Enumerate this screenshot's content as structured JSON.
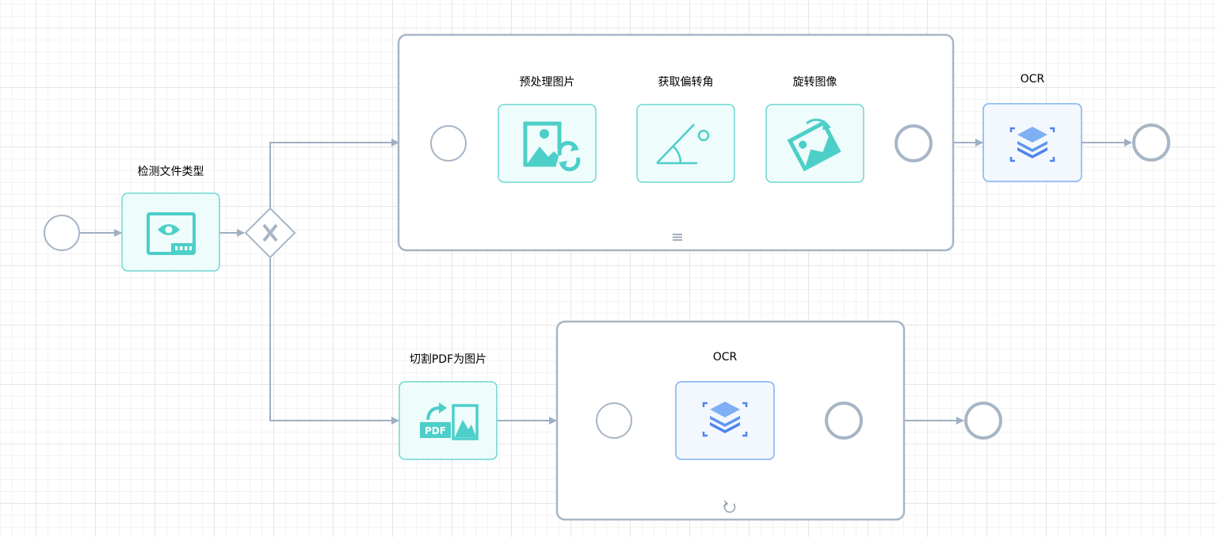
{
  "colors": {
    "line": "#9fb0c2",
    "event_stroke": "#a7b6c6",
    "task_teal_border": "#6fd7d2",
    "task_teal_fill": "#effcfc",
    "task_teal_icon": "#4ccfc8",
    "task_blue_border": "#7fb0f3",
    "task_blue_fill": "#f3f8ff",
    "task_blue_icon": "#4d84ee",
    "subprocess_border": "#a7b6c6"
  },
  "nodes": {
    "detect_file_type": {
      "label": "检测文件类型",
      "icon": "eye-monitor-icon"
    },
    "preprocess_image": {
      "label": "预处理图片",
      "icon": "image-refresh-icon"
    },
    "get_skew_angle": {
      "label": "获取偏转角",
      "icon": "angle-icon"
    },
    "rotate_image": {
      "label": "旋转图像",
      "icon": "rotate-image-icon"
    },
    "ocr_top": {
      "label": "OCR",
      "icon": "layers-scan-icon"
    },
    "split_pdf": {
      "label": "切割PDF为图片",
      "icon": "pdf-to-image-icon"
    },
    "ocr_subprocess": {
      "label": "OCR"
    },
    "ocr_inner": {
      "icon": "layers-scan-icon"
    },
    "gateway": {
      "type": "exclusive",
      "icon": "x-icon"
    },
    "upper_subprocess": {
      "marker": "parallel-multi-instance-icon"
    },
    "lower_subprocess": {
      "marker": "loop-icon"
    }
  }
}
